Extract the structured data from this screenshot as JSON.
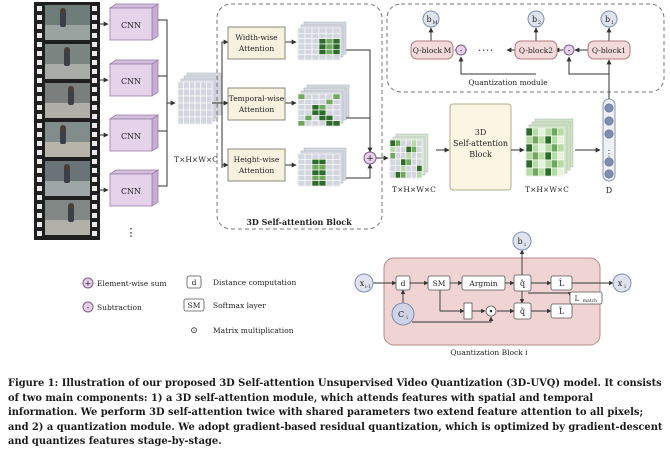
{
  "diagram": {
    "labels": {
      "cnn": "CNN",
      "cnn_more": "⋮",
      "dims_in": "T×H×W×C",
      "width_attention": [
        "Width-wise",
        "Attention"
      ],
      "temporal_attention": [
        "Temporal-wise",
        "Attention"
      ],
      "height_attention": [
        "Height-wise",
        "Attention"
      ],
      "block_3d_title": "3D Self-attention Block",
      "dims_mid": "T×H×W×C",
      "self_attn_3d": [
        "3D",
        "Self-attention",
        "Block"
      ],
      "dims_out": "T×H×W×C",
      "d_label": "D",
      "qmodule_title": "Quantization module",
      "qblocks": [
        "Q-block M",
        "Q-block2",
        "Q-block1"
      ],
      "b_labels": [
        "bM",
        "b2",
        "b1"
      ],
      "ellipsis": "••••",
      "sub": "-",
      "plus": "+"
    },
    "legend": {
      "sum_symbol": "+",
      "sum": "Element-wise sum",
      "sub_symbol": "-",
      "sub": "Subtraction",
      "d_symbol": "d",
      "d": "Distance computation",
      "sm_symbol": "SM",
      "sm": "Softmax layer",
      "dot_symbol": "⊙",
      "dot": "Matrix multiplication"
    },
    "qblock_detail": {
      "x_in": "x",
      "x_in_sub": "i-1",
      "x_out": "x",
      "x_out_sub": "i",
      "b": "b",
      "b_sub": "i",
      "c": "C",
      "c_sub": "i",
      "d": "d",
      "sm": "SM",
      "argmin": "Argmin",
      "q_hat": "q̂",
      "q_tilde": "q̃",
      "l_hat": "L̂",
      "l_tilde": "L̃",
      "l_match": "L",
      "l_match_sub": "match",
      "title": "Quantization Block i"
    }
  },
  "caption": "Figure 1: Illustration of our proposed 3D Self-attention Unsupervised Video Quantization (3D-UVQ) model. It consists of two main components: 1) a 3D self-attention module, which attends features with spatial and temporal information. We perform 3D self-attention twice with shared parameters two extend feature attention to all pixels; and 2) a quantization module. We adopt gradient-based residual quantization, which is optimized by gradient-descent and quantizes features stage-by-stage.",
  "colors": {
    "cnn_fill": "#e4d3ea",
    "cnn_stroke": "#9b7fa8",
    "qblock_fill": "#f2d9da",
    "qblock_stroke": "#b07a7e",
    "selfattn_fill": "#fbf5e4",
    "green_dark": "#2f6b2a",
    "green_mid": "#6fa85e",
    "green_light": "#b7dba5",
    "gray_grid": "#d3d6de",
    "bvec_fill": "#7e8db0"
  }
}
